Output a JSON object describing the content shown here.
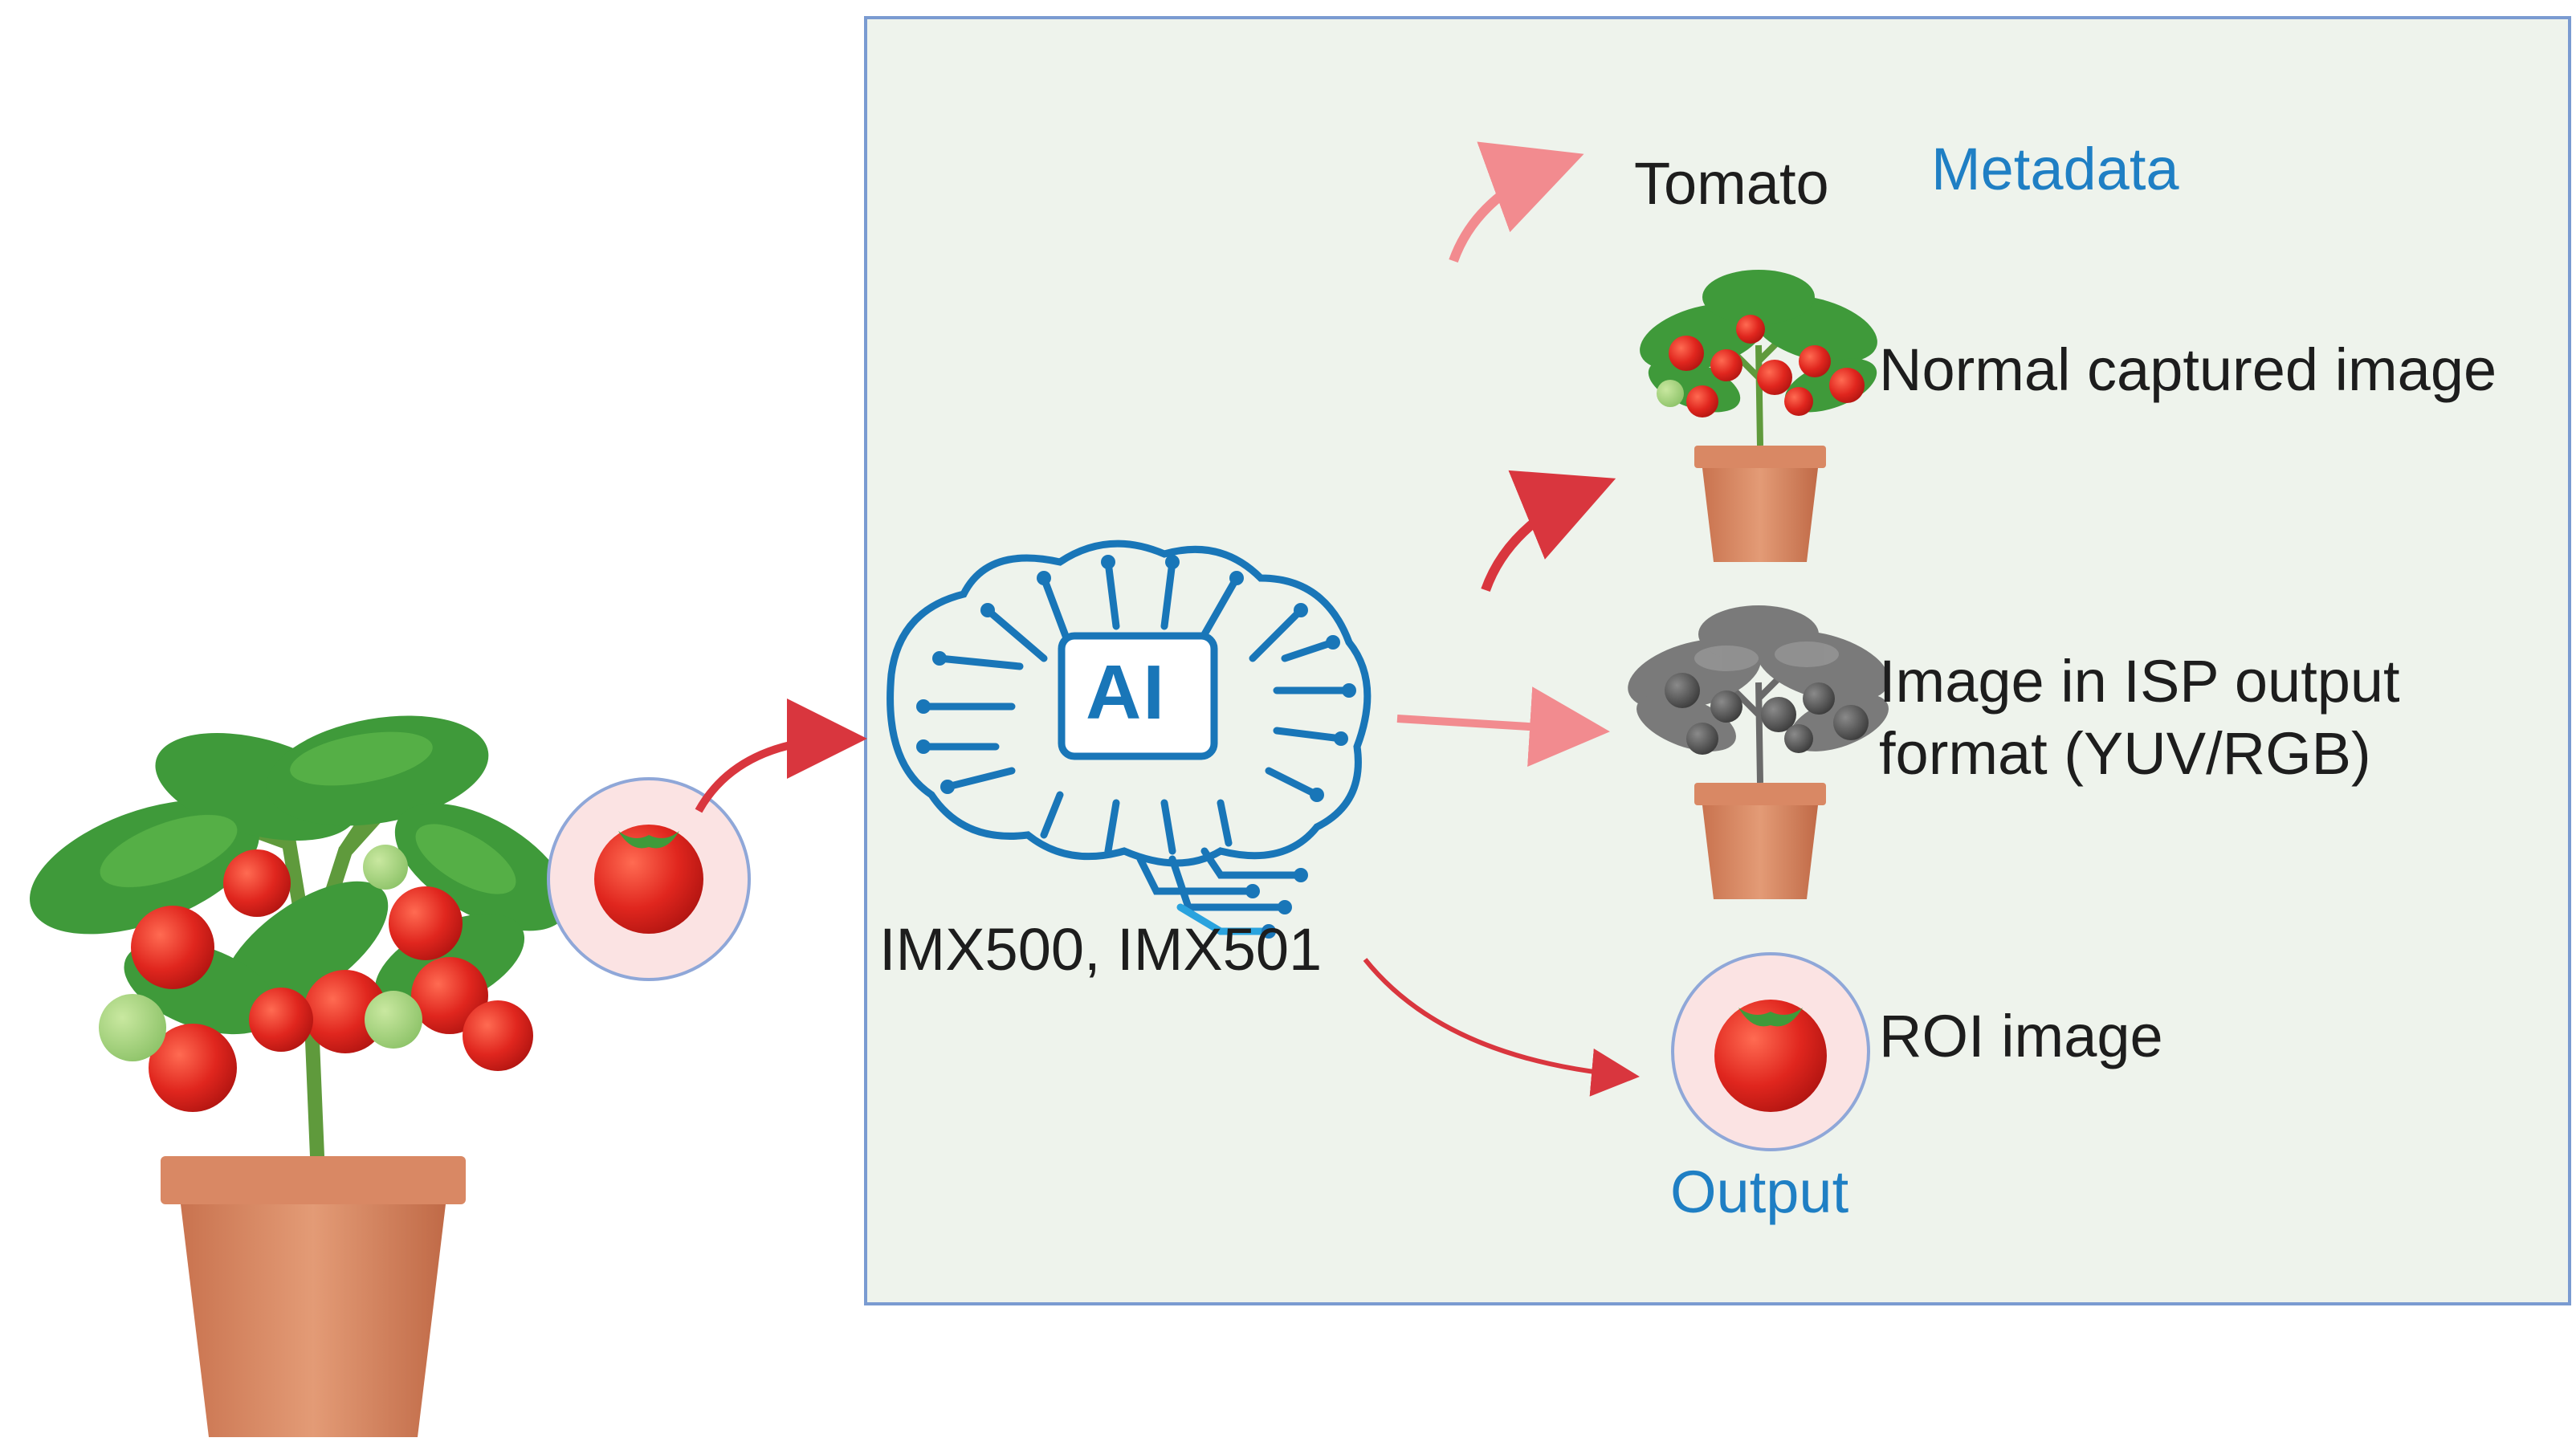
{
  "diagram": {
    "chip_label": "AI",
    "sensor_label": "IMX500, IMX501",
    "outputs": {
      "metadata_value": "Tomato",
      "metadata_tag": "Metadata",
      "normal": "Normal captured image",
      "isp_line1": "Image in ISP output",
      "isp_line2": "format (YUV/RGB)",
      "roi": "ROI image",
      "output_tag": "Output"
    },
    "colors": {
      "panel_bg": "#eef3ec",
      "panel_border": "#7a9bd1",
      "arrow_red": "#d9363e",
      "arrow_pink": "#f28b8f",
      "circuit_blue": "#1976b8",
      "tomato_red": "#e0261e",
      "pot": "#d98864",
      "leaf": "#3f9a3a"
    }
  }
}
